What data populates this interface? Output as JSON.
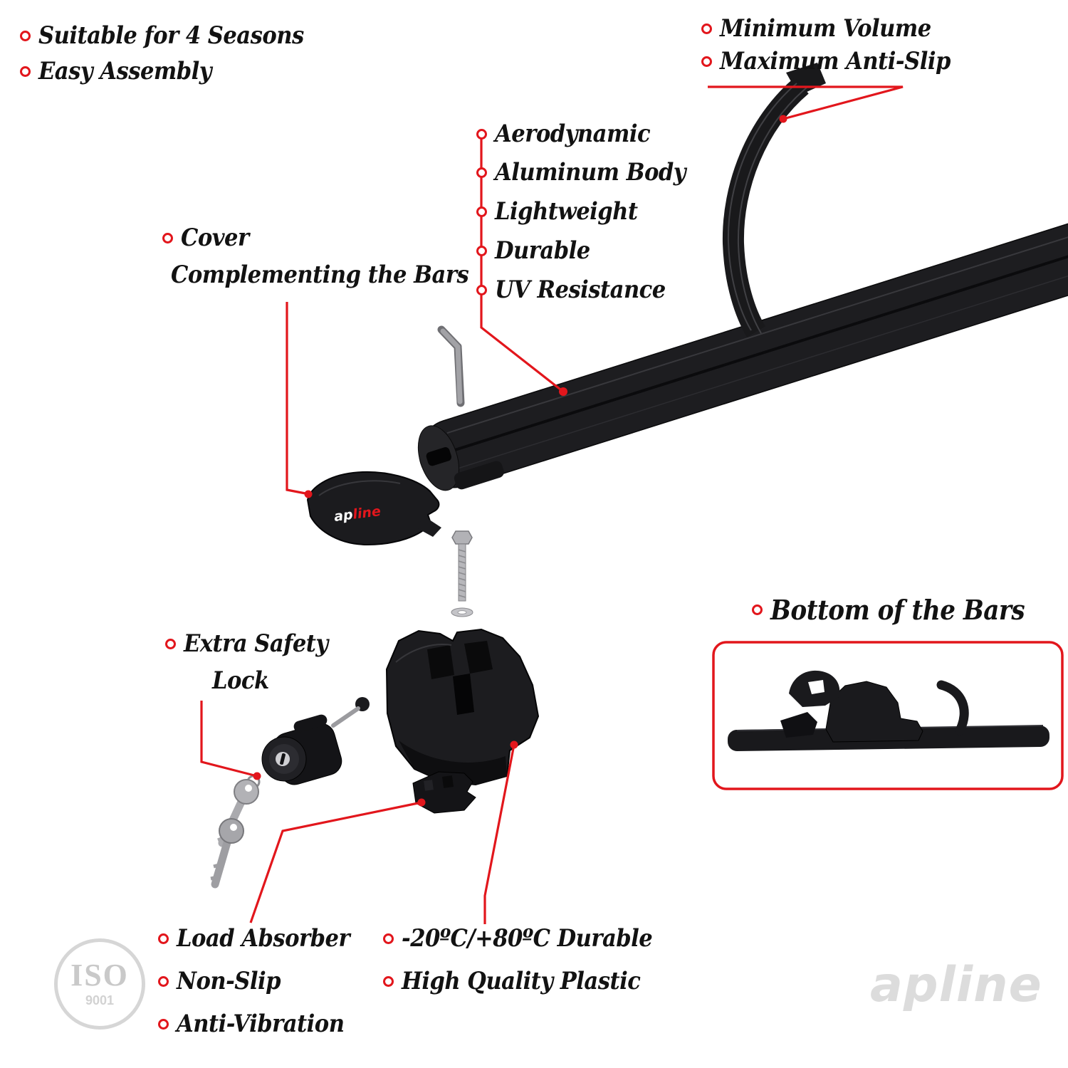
{
  "colors": {
    "accent_red": "#e2161c",
    "product_black": "#1b1b1e",
    "watermark_gray": "#dcdcdc"
  },
  "labels": {
    "top_left": [
      "Suitable for 4 Seasons",
      "Easy Assembly"
    ],
    "top_right": [
      "Minimum Volume",
      "Maximum Anti-Slip"
    ],
    "bar_features": [
      "Aerodynamic",
      "Aluminum Body",
      "Lightweight",
      "Durable",
      "UV Resistance"
    ],
    "cover_line1": "Cover",
    "cover_line2": "Complementing the Bars",
    "lock_line1": "Extra Safety",
    "lock_line2": "Lock",
    "bottom_of_bars": "Bottom of the Bars",
    "bottom_left": [
      "Load Absorber",
      "Non-Slip",
      "Anti-Vibration"
    ],
    "bottom_center": [
      "-20ºC/+80ºC Durable",
      "High Quality Plastic"
    ]
  },
  "brand": {
    "cover_logo_part1": "ap",
    "cover_logo_part2": "line",
    "watermark": "apline"
  },
  "badge": {
    "iso": "ISO",
    "number": "9001"
  }
}
